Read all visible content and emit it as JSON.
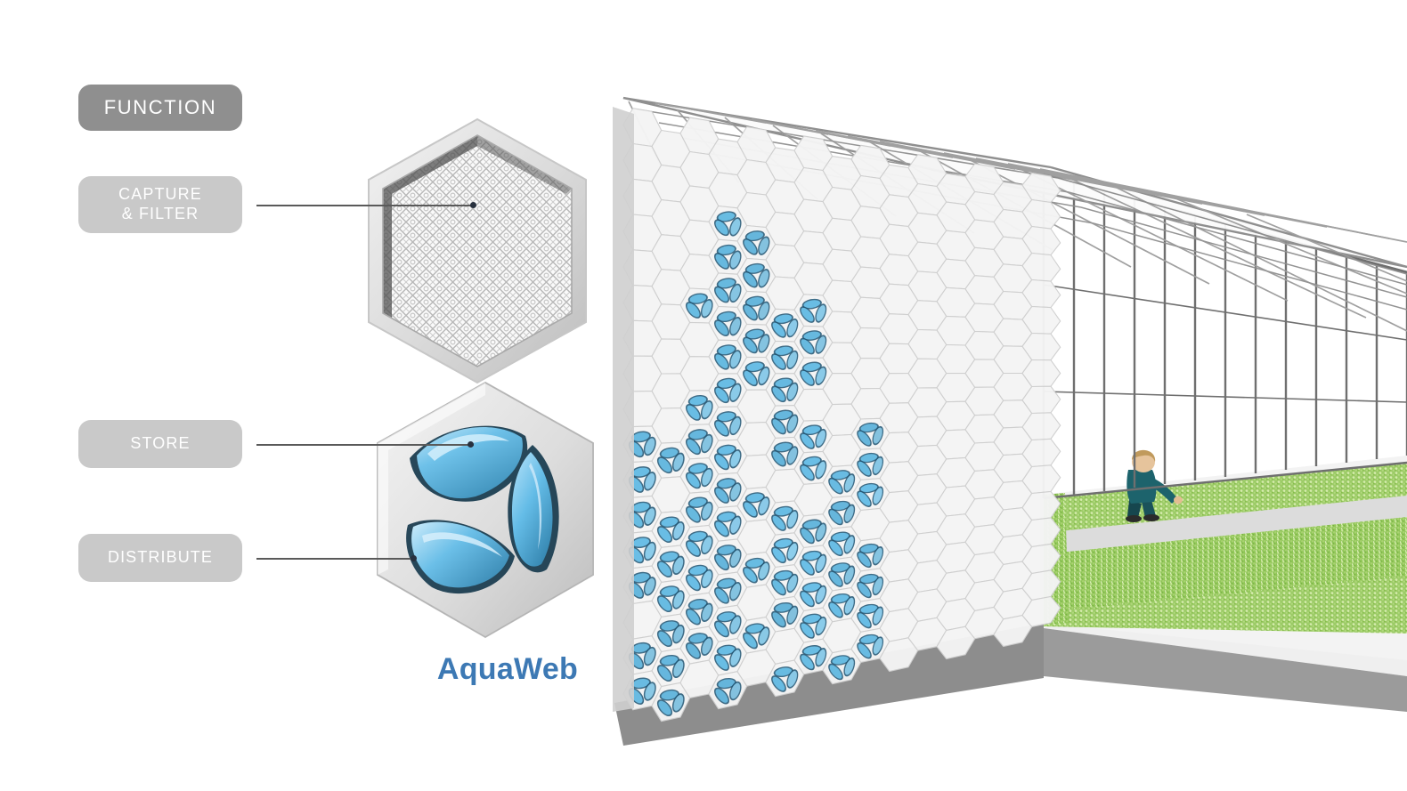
{
  "diagram": {
    "title": "AquaWeb",
    "caption_color": "#3d79b4",
    "background_color": "#ffffff"
  },
  "legend": {
    "header": {
      "label": "FUNCTION",
      "color": "#8f8f8f",
      "text_color": "#ffffff"
    },
    "items": [
      {
        "label": "CAPTURE\n& FILTER",
        "line1": "CAPTURE",
        "line2": "& FILTER",
        "color": "#c9c9c9",
        "target": "upper-hexagon-mesh"
      },
      {
        "label": "STORE",
        "line1": "STORE",
        "line2": "",
        "color": "#c9c9c9",
        "target": "lower-hexagon-blue-blob-top"
      },
      {
        "label": "DISTRIBUTE",
        "line1": "DISTRIBUTE",
        "line2": "",
        "color": "#c9c9c9",
        "target": "lower-hexagon-blue-blob-bottom"
      }
    ]
  },
  "callouts": {
    "upper_hexagon": {
      "name": "capture-filter-panel",
      "description": "hexagonal panel with fine diamond lattice capture-and-filter mesh",
      "frame_color": "#dcdcdc",
      "mesh_color": "#b8b8b8"
    },
    "lower_hexagon": {
      "name": "store-distribute-panel",
      "description": "hexagonal panel with three blue lobed water storage cells in a pinwheel arrangement",
      "frame_color": "#dcdcdc",
      "water_color": "#54b0e4",
      "water_shadow_color": "#24536e"
    }
  },
  "scene": {
    "name": "greenhouse-rendering",
    "facade": {
      "name": "hexagonal-aquaweb-facade",
      "hex_color": "#f4f4f4",
      "hex_edge_color": "#cfcfcf",
      "water_cell_color": "#6cc2ea",
      "water_cell_dark": "#1f5472"
    },
    "roof": {
      "name": "diagrid-roof-structure",
      "color": "#8e8e8e"
    },
    "frame": {
      "name": "greenhouse-wireframe-frame",
      "color": "#6f6f6f"
    },
    "floor": {
      "name": "floor-slab",
      "color": "#8d8d8d"
    },
    "crops": {
      "name": "crop-rows",
      "color_light": "#b9dd8b",
      "color_dark": "#77b63f"
    },
    "path": {
      "name": "walkway-path",
      "color": "#d8d8d8"
    },
    "person": {
      "name": "farmer-figure",
      "clothing_color": "#1d5f66",
      "hair_color": "#c7a06a"
    }
  },
  "leader_lines": {
    "color": "#5a5a5a",
    "dot_color": "#28313f",
    "count": 3
  }
}
